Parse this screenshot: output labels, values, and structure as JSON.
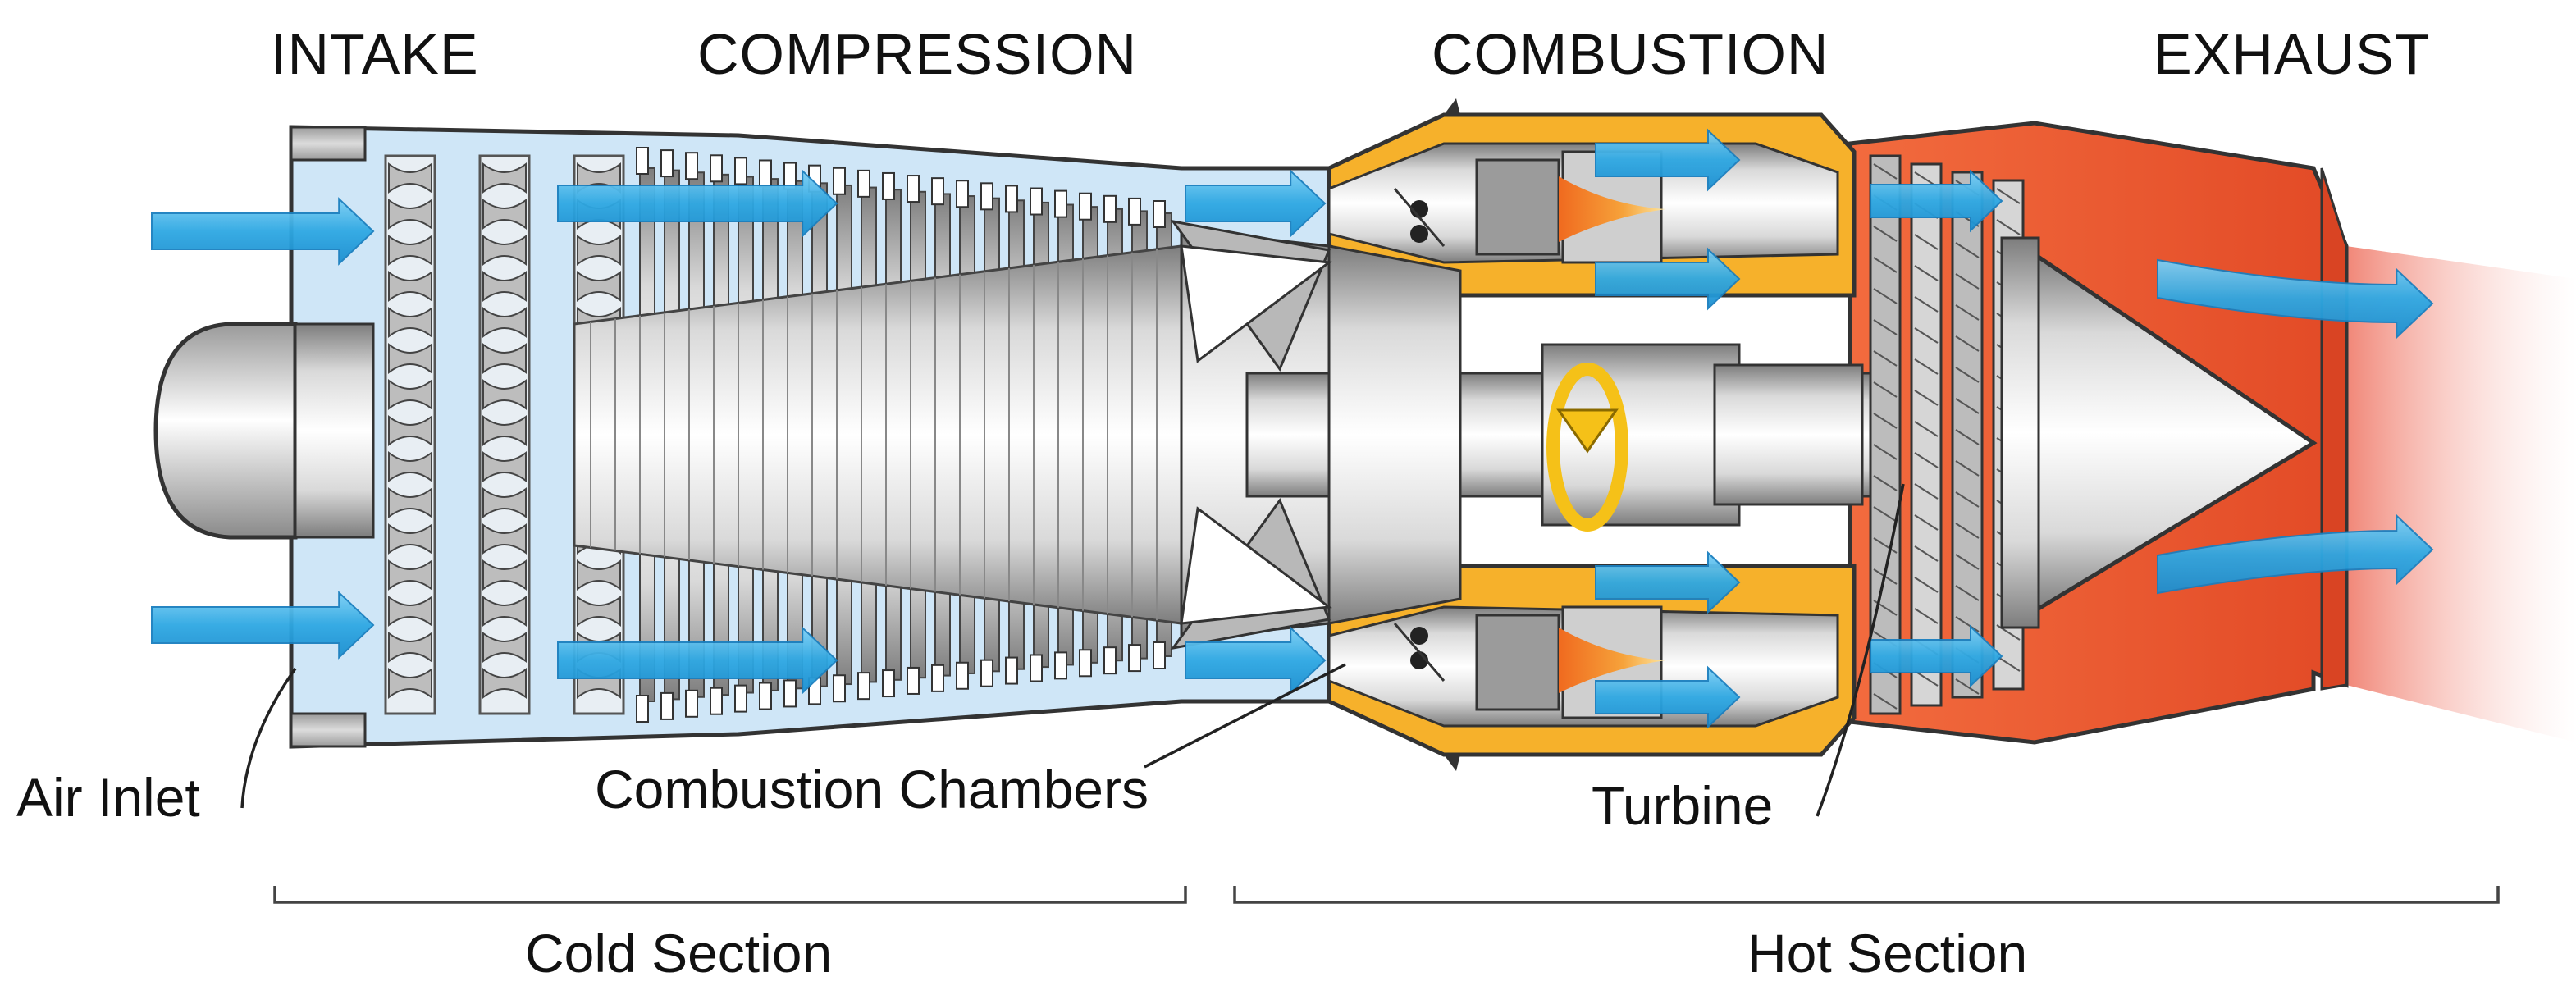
{
  "stages": {
    "intake": "INTAKE",
    "compression": "COMPRESSION",
    "combustion": "COMBUSTION",
    "exhaust": "EXHAUST"
  },
  "parts": {
    "air_inlet": "Air Inlet",
    "combustion_chambers": "Combustion Chambers",
    "turbine": "Turbine"
  },
  "sections": {
    "cold": "Cold Section",
    "hot": "Hot Section"
  },
  "colors": {
    "cold_fill": "#cfe6f7",
    "airflow": "#2aa7e6",
    "chamber": "#f6b12b",
    "hot_fill": "#e8502c",
    "flame": "#f07d22",
    "metal": "#c8c8c8"
  },
  "icons": {
    "airflow": "airflow-arrow-icon",
    "rotation": "rotation-arrow-icon"
  }
}
